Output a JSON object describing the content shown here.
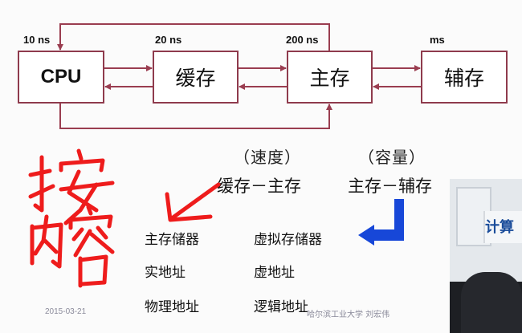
{
  "hierarchy": {
    "boxes": {
      "cpu": "CPU",
      "cache": "缓存",
      "main_memory": "主存",
      "secondary": "辅存"
    },
    "timings": {
      "cpu": "10 ns",
      "cache": "20 ns",
      "main_memory": "200 ns",
      "secondary": "ms"
    }
  },
  "comparison": {
    "speed_heading": "（速度）",
    "capacity_heading": "（容量）",
    "speed_pair": "缓存－主存",
    "capacity_pair": "主存－辅存"
  },
  "handwriting": {
    "text": "按内容"
  },
  "terms": {
    "left": [
      "主存储器",
      "实地址",
      "物理地址"
    ],
    "right": [
      "虚拟存储器",
      "虚地址",
      "逻辑地址"
    ]
  },
  "footer": {
    "date": "2015-03-21",
    "institution": "哈尔滨工业大学  刘宏伟"
  },
  "video_overlay": {
    "sign_text": "计算"
  },
  "colors": {
    "box_border": "#8f3b4d",
    "arrow": "#9a3d50",
    "handwriting": "#ee1c1c",
    "blue_arrow": "#1747d8"
  }
}
